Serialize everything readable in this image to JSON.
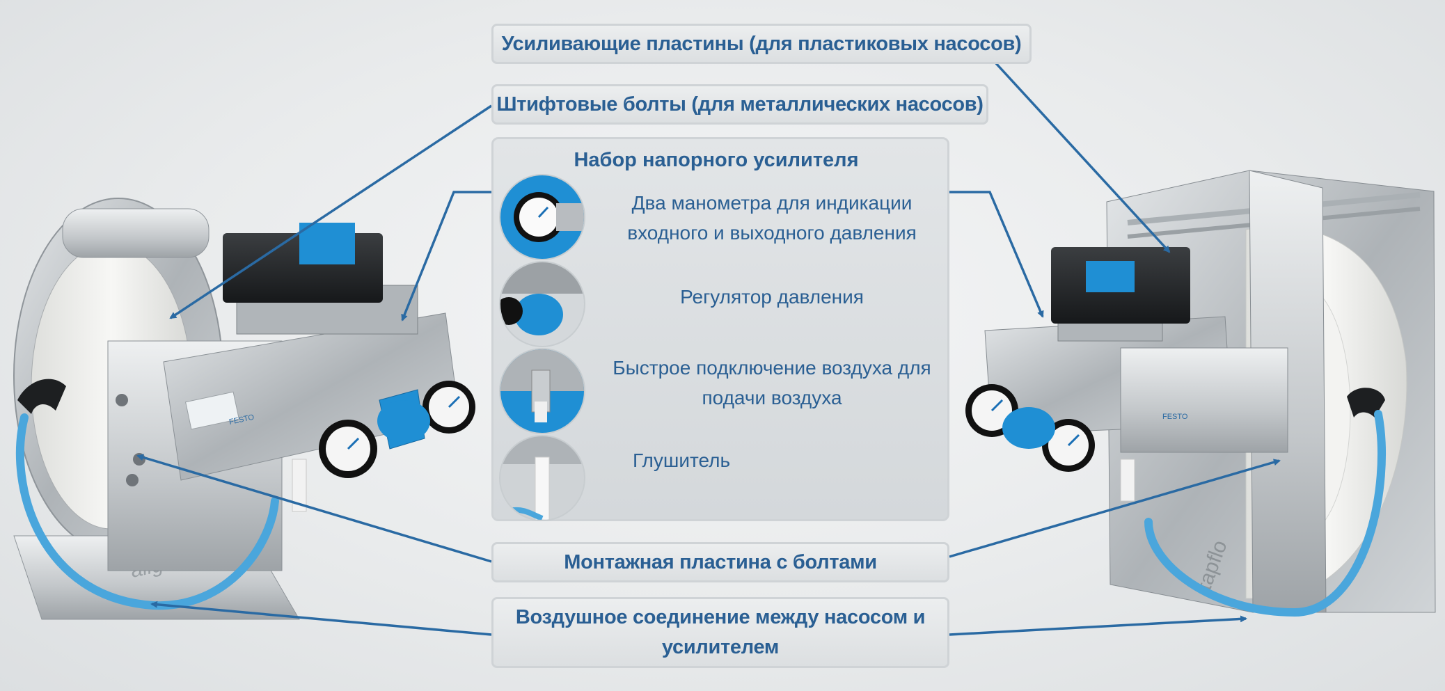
{
  "labels": {
    "reinforcing_plates": "Усиливающие пластины (для пластиковых насосов)",
    "pin_bolts": "Штифтовые болты (для металлических насосов)",
    "mounting_plate": "Монтажная пластина с болтами",
    "air_connection": "Воздушное соединение между насосом и усилителем"
  },
  "kit": {
    "title": "Набор напорного усилителя",
    "items": [
      {
        "text": "Два манометра для индикации входного и выходного давления",
        "icon": "gauge-icon"
      },
      {
        "text": "Регулятор давления",
        "icon": "regulator-icon"
      },
      {
        "text": "Быстрое подключение воздуха для подачи воздуха",
        "icon": "quick-coupling-icon"
      },
      {
        "text": "Глушитель",
        "icon": "silencer-icon"
      }
    ]
  },
  "left_pump": {
    "brand": "aligal",
    "badge": "FESTO"
  },
  "right_pump": {
    "brand": "tapflo",
    "badge": "FESTO"
  },
  "colors": {
    "text_blue": "#2a5f93",
    "arrow_blue": "#2a6aa3",
    "tube_blue": "#4aa6dc",
    "steel": "#b9bec2",
    "ptfe_white": "#f2f2f0"
  }
}
